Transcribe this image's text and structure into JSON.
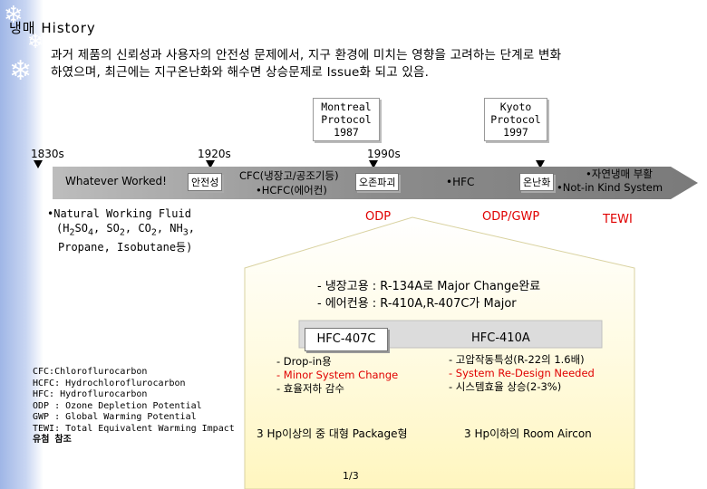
{
  "title": "냉매 History",
  "intro": [
    "과거 제품의 신뢰성과 사용자의 안전성 문제에서, 지구 환경에 미치는 영향을 고려하는 단계로 변화",
    "하였으며, 최근에는 지구온난화와 해수면 상승문제로 Issue화 되고 있음."
  ],
  "protocols": {
    "montreal": [
      "Montreal",
      "Protocol",
      "1987"
    ],
    "kyoto": [
      "Kyoto",
      "Protocol",
      "1997"
    ]
  },
  "years": {
    "y1830": "1830s",
    "y1920": "1920s",
    "y1990": "1990s"
  },
  "timeline": {
    "whatever": "Whatever Worked!",
    "safety": "안전성",
    "cfc": "CFC(냉장고/공조기등)",
    "hcfc": "•HCFC(에어컨)",
    "ozone": "오존파괴",
    "hfc": "•HFC",
    "warming": "온난화",
    "natural_refrig": "•자연냉매 부활",
    "not_in_kind": "•Not-in Kind System"
  },
  "natural_fluid": [
    "•Natural Working Fluid",
    "Propane, Isobutane등)"
  ],
  "metrics": {
    "odp": "ODP",
    "odp_gwp": "ODP/GWP",
    "tewi": "TEWI"
  },
  "changes": [
    "- 냉장고용 : R-134A로 Major Change완료",
    "- 에어컨용 : R-410A,R-407C가 Major"
  ],
  "hfc407c": {
    "label": "HFC-407C",
    "items": [
      "- Drop-in용",
      "- Minor System Change",
      "- 효율저하 감수"
    ],
    "footer": "3 Hp이상의 중 대형 Package형"
  },
  "hfc410a": {
    "label": "HFC-410A",
    "items": [
      "- 고압작동특성(R-22의 1.6배)",
      "- System Re-Design Needed",
      "- 시스템효율 상승(2-3%)"
    ],
    "footer": "3 Hp이하의 Room Aircon"
  },
  "glossary": [
    "CFC:Chloroflurocarbon",
    "HCFC: Hydrochloroflurocarbon",
    "HFC: Hydroflurocarbon",
    "ODP : Ozone Depletion Potential",
    "GWP : Global Warming Potential",
    "TEWI: Total Equivalent Warming Impact",
    "유첨 참조"
  ],
  "page_number": "1/3",
  "colors": {
    "accent_red": "#e00000",
    "arrow_gray": "#9c9c9c",
    "panel_yellow": "#fff8c8",
    "corner_blue": "#9fb6e6"
  }
}
